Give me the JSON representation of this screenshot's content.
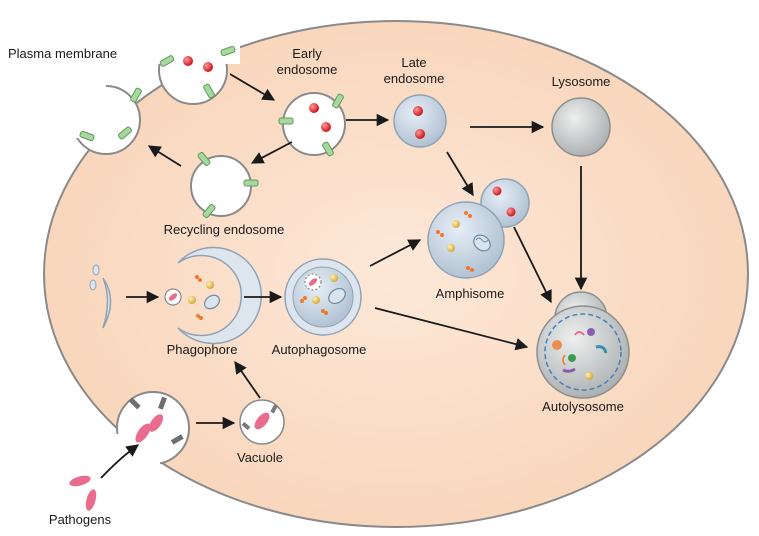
{
  "labels": {
    "plasma_membrane": "Plasma membrane",
    "early_endosome_1": "Early",
    "early_endosome_2": "endosome",
    "late_endosome_1": "Late",
    "late_endosome_2": "endosome",
    "lysosome": "Lysosome",
    "recycling_endosome": "Recycling endosome",
    "amphisome": "Amphisome",
    "phagophore": "Phagophore",
    "autophagosome": "Autophagosome",
    "autolysosome": "Autolysosome",
    "vacuole": "Vacuole",
    "pathogens": "Pathogens"
  },
  "colors": {
    "cytoplasm": "#fbe0cc",
    "membrane": "#8a8a8a",
    "vesicle_fill": "#ffffff",
    "late_endosome_fill": "#c9d8e6",
    "lysosome_fill": "#c9cccc",
    "receptor_green": "#7bbd72",
    "cargo_red": "#e0242c",
    "pathogen_pink": "#e96b8e",
    "mitochondrion": "#b9cfe0",
    "yellow_particle": "#e6c35a",
    "orange_protein": "#f07a2c",
    "arrow": "#1a1a1a"
  },
  "icons": [
    "receptor",
    "cargo-particle",
    "mitochondrion",
    "pathogen",
    "protein-aggregate"
  ]
}
